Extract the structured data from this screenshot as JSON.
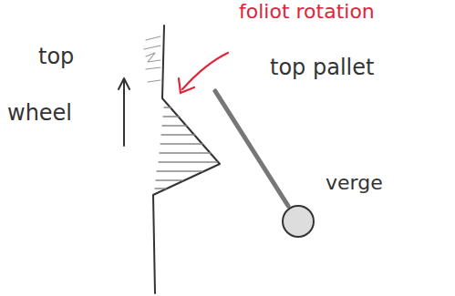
{
  "diagram": {
    "labels": [
      "top",
      "wheel",
      "foliot rotation",
      "top pallet",
      "verge"
    ]
  }
}
